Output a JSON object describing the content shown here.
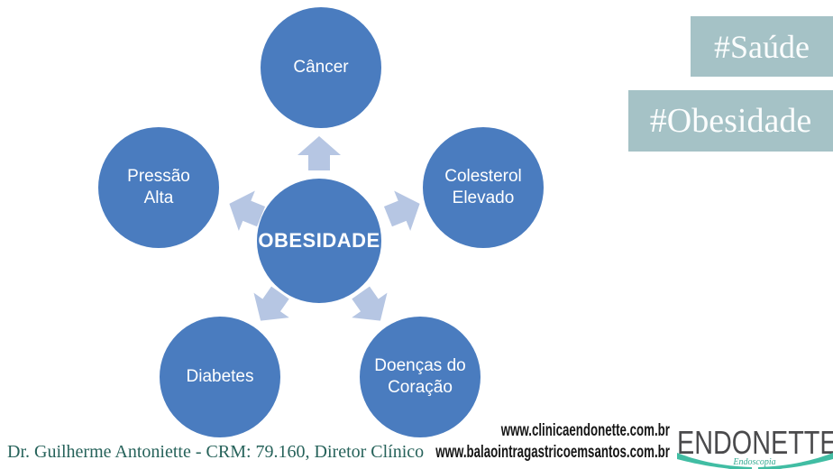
{
  "diagram": {
    "center_label": "OBESIDADE",
    "nodes": [
      {
        "label": "Câncer"
      },
      {
        "label": "Colesterol Elevado"
      },
      {
        "label": "Pressão Alta"
      },
      {
        "label": "Diabetes"
      },
      {
        "label": "Doenças do Coração"
      }
    ],
    "colors": {
      "circle": "#4a7cbf",
      "arrow": "#b6c6e3",
      "label_text": "#ffffff"
    }
  },
  "hashtags": {
    "items": [
      {
        "label": "#Saúde"
      },
      {
        "label": "#Obesidade"
      }
    ],
    "background": "#a5c2c6",
    "text_color": "#ffffff"
  },
  "footer": {
    "credit": "Dr. Guilherme Antoniette - CRM: 79.160, Diretor Clínico",
    "credit_color": "#26625a",
    "websites": {
      "line1": "www.clinicaendonette.com.br",
      "line2": "www.balaointragastricoemsantos.com.br"
    },
    "logo": {
      "wordmark": "ENDONETTE",
      "tagline": "Endoscopia",
      "ribbon_color": "#41bda3"
    }
  }
}
